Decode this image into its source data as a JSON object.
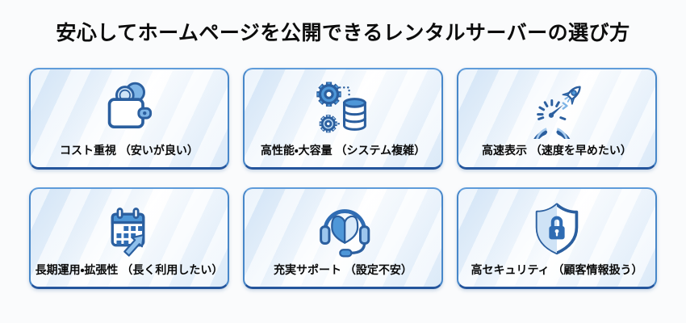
{
  "header": {
    "title": "安心してホームページを公開できるレンタルサーバーの選び方"
  },
  "cards": [
    {
      "id": "cost",
      "icon": "wallet-icon",
      "label": "コスト重視 （安いが良い）"
    },
    {
      "id": "performance",
      "icon": "gears-database-icon",
      "label": "高性能・大容量 （システム複雑）"
    },
    {
      "id": "speed",
      "icon": "speedometer-rocket-icon",
      "label": "高速表示 （速度を早めたい）"
    },
    {
      "id": "longterm",
      "icon": "calendar-growth-icon",
      "label": "長期運用・拡張性 （長く利用したい）"
    },
    {
      "id": "support",
      "icon": "headset-beginner-icon",
      "label": "充実サポート （設定不安）"
    },
    {
      "id": "security",
      "icon": "shield-lock-icon",
      "label": "高セキュリティ （顧客情報扱う）"
    }
  ],
  "colors": {
    "icon_outline": "#2b5f9f",
    "icon_fill_medium": "#4e97d8",
    "icon_fill_soft": "#7db4e6",
    "icon_fill_light": "#cfe4f7",
    "card_border": "#4787c9",
    "card_border_bottom": "#24559c",
    "card_gradient_start": "#d5e6f7",
    "title_color": "#0c0c0c",
    "background": "#fafbfc"
  }
}
